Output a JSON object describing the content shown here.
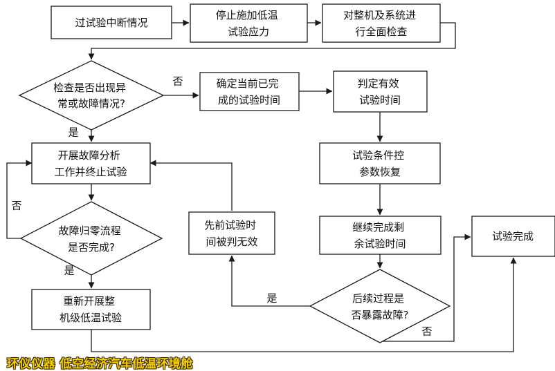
{
  "diagram": {
    "nodes": {
      "interrupt": [
        "过试验中断情况"
      ],
      "stop_stress": [
        "停止施加低温",
        "试验应力"
      ],
      "full_check": [
        "对整机及系统进",
        "行全面检查"
      ],
      "check_abnormal": [
        "检查是否出现异",
        "常或故障情况?"
      ],
      "confirm_time": [
        "确定当前已完",
        "成的试验时间"
      ],
      "valid_time": [
        "判定有效",
        "试验时间"
      ],
      "fault_analysis": [
        "开展故障分析",
        "工作并终止试验"
      ],
      "restore_params": [
        "试验条件控",
        "参数恢复"
      ],
      "zero_process": [
        "故障归零流程",
        "是否完成?"
      ],
      "prior_invalid": [
        "先前试验时",
        "间被判无效"
      ],
      "continue_test": [
        "继续完成剩",
        "余试验时间"
      ],
      "test_complete": [
        "试验完成"
      ],
      "restart": [
        "重新开展整",
        "机级低温试验"
      ],
      "later_fault": [
        "后续过程是",
        "否暴露故障?"
      ]
    },
    "edge_labels": {
      "no_check": "否",
      "yes_check": "是",
      "no_zero": "否",
      "yes_zero": "是",
      "yes_later": "是",
      "no_later": "否"
    }
  },
  "watermark": {
    "text": "环仪仪器 低空经济汽车低温环境舱",
    "color": "#f6d000"
  }
}
